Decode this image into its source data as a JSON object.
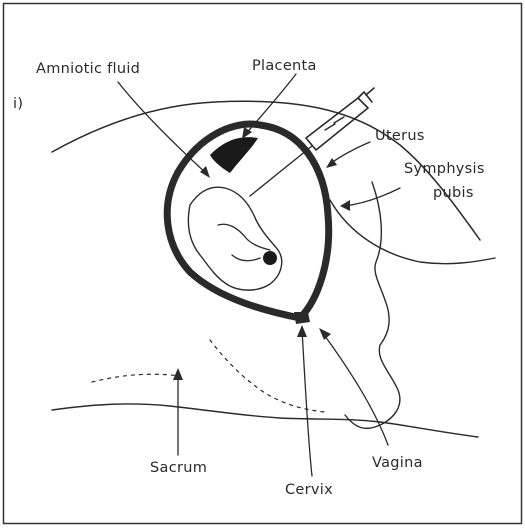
{
  "panel_marker": "i)",
  "labels": {
    "amniotic_fluid": "Amniotic fluid",
    "placenta": "Placenta",
    "uterus": "Uterus",
    "symphysis_line1": "Symphysis",
    "symphysis_line2": "pubis",
    "sacrum": "Sacrum",
    "cervix": "Cervix",
    "vagina": "Vagina"
  }
}
